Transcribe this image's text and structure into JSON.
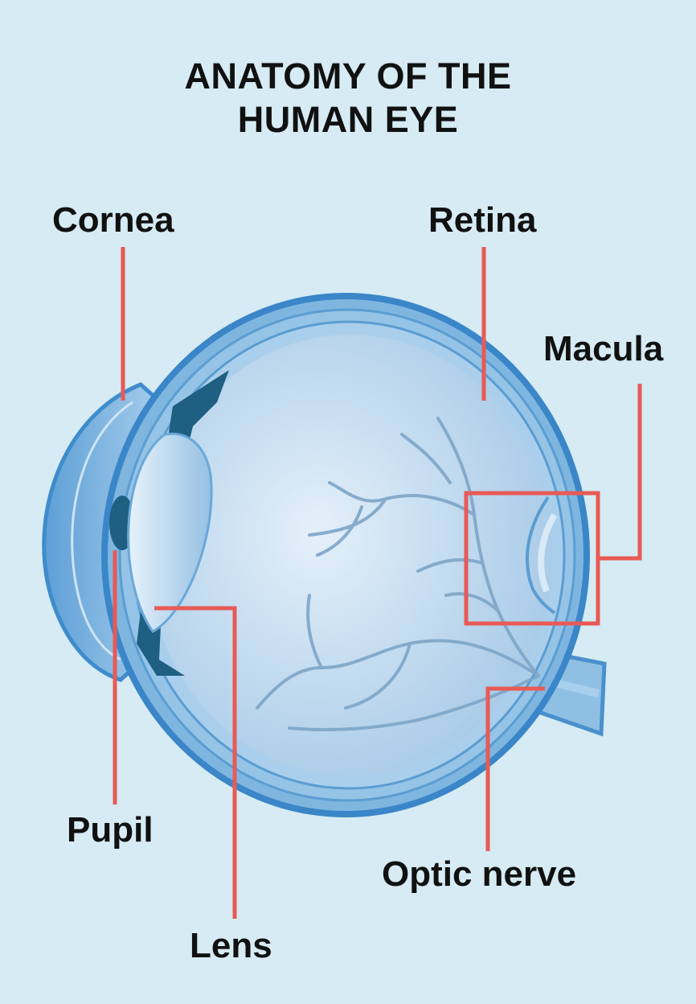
{
  "title": {
    "line1": "ANATOMY OF THE",
    "line2": "HUMAN EYE"
  },
  "labels": {
    "cornea": "Cornea",
    "retina": "Retina",
    "macula": "Macula",
    "pupil": "Pupil",
    "lens": "Lens",
    "optic_nerve": "Optic nerve"
  },
  "colors": {
    "background": "#d6ebf3",
    "leader_line": "#e85a55",
    "eye_outer": "#3f8ccc",
    "eye_wall": "#7fb6e0",
    "eye_inner": "#b8d6ee",
    "iris": "#1e5f82",
    "vessel": "#7ea6c8"
  }
}
